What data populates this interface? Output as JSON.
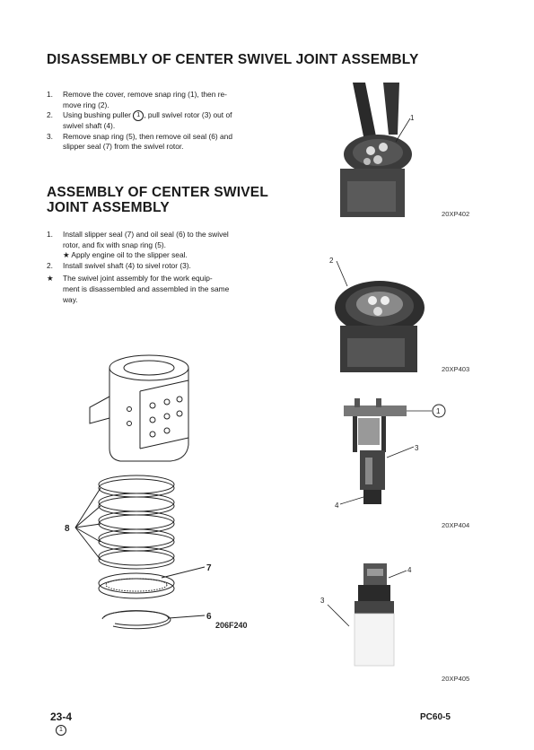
{
  "disassembly": {
    "title": "DISASSEMBLY OF CENTER SWIVEL JOINT ASSEMBLY",
    "steps": [
      {
        "num": "1.",
        "line1": "Remove the cover, remove snap ring (1), then re-",
        "line2": "move ring (2)."
      },
      {
        "num": "2.",
        "pre": "Using bushing puller ",
        "circled": "1",
        "post": ", pull swivel rotor (3) out of",
        "line2": "swivel shaft (4)."
      },
      {
        "num": "3.",
        "line1": "Remove snap ring (5), then remove oil seal (6) and",
        "line2": "slipper seal (7) from the swivel rotor."
      }
    ]
  },
  "assembly": {
    "title_line1": "ASSEMBLY OF CENTER SWIVEL",
    "title_line2": "JOINT ASSEMBLY",
    "steps": [
      {
        "num": "1.",
        "line1": "Install slipper seal (7) and oil seal (6) to the swivel",
        "line2": "rotor, and fix with snap ring (5).",
        "sub": "★  Apply engine oil to the slipper seal."
      },
      {
        "num": "2.",
        "line1": "Install swivel shaft (4) to sivel rotor (3)."
      },
      {
        "num": "★",
        "line1": "The swivel joint assembly for the work equip-",
        "line2": "ment is disassembled and assembled in the same",
        "line3": "way."
      }
    ]
  },
  "diagram": {
    "labels": {
      "eight": "8",
      "seven": "7",
      "six": "6"
    },
    "code": "206F240"
  },
  "photos": [
    {
      "code": "20XP402",
      "callouts": [
        "1"
      ]
    },
    {
      "code": "20XP403",
      "callouts": [
        "2"
      ]
    },
    {
      "code": "20XP404",
      "callouts": [
        "1",
        "3",
        "4"
      ]
    },
    {
      "code": "20XP405",
      "callouts": [
        "4",
        "3"
      ]
    }
  ],
  "footer": {
    "page": "23-4",
    "page_mark": "1",
    "model": "PC60-5"
  }
}
